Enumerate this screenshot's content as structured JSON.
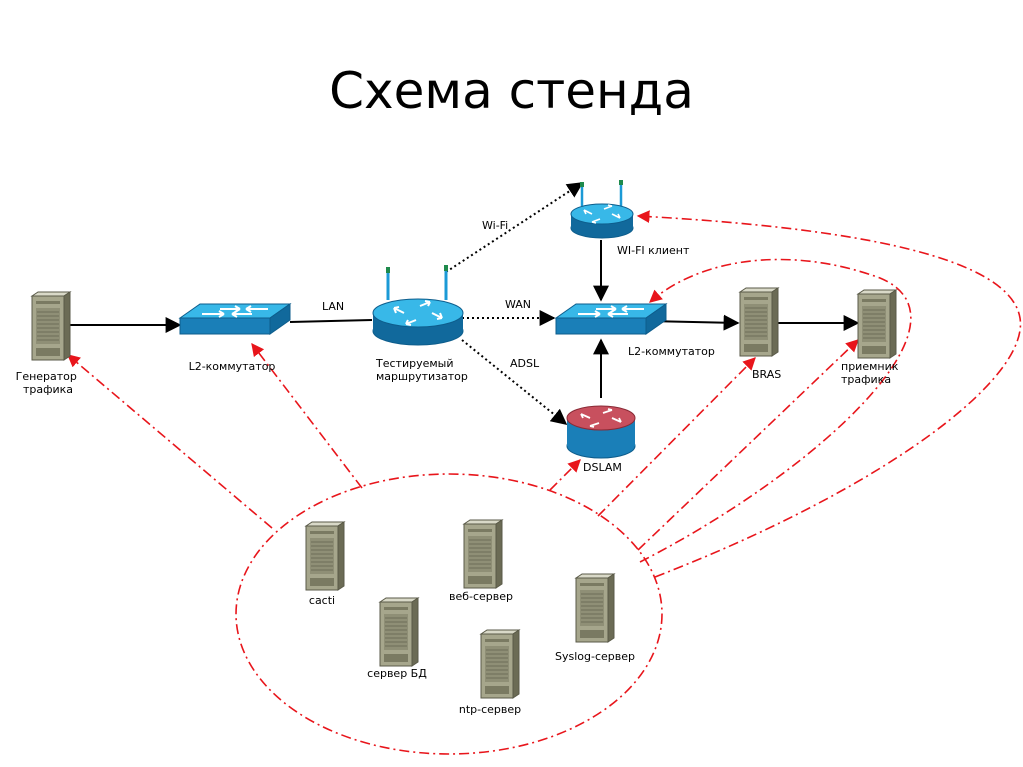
{
  "title": "Схема стенда",
  "colors": {
    "link": "#000000",
    "monitor": "#e8151b",
    "switch_top": "#38b8e8",
    "switch_side": "#1a7fb8",
    "router": "#1b9ad6",
    "dslam": "#c8505e",
    "server": "#8c8c73"
  },
  "nodes": {
    "gen": {
      "label_lines": [
        "Генератор",
        "трафика"
      ],
      "icon": "server-icon"
    },
    "l2a": {
      "label_lines": [
        "L2-коммутатор"
      ],
      "icon": "switch-icon"
    },
    "router": {
      "label_lines": [
        "Тестируемый",
        "маршрутизатор"
      ],
      "icon": "wifi-router-icon"
    },
    "wifi": {
      "label_lines": [
        "WI-FI клиент"
      ],
      "icon": "wifi-router-icon"
    },
    "l2b": {
      "label_lines": [
        "L2-коммутатор"
      ],
      "icon": "switch-icon"
    },
    "dslam": {
      "label_lines": [
        "DSLAM"
      ],
      "icon": "dslam-router-icon"
    },
    "bras": {
      "label_lines": [
        "BRAS"
      ],
      "icon": "server-icon"
    },
    "recv": {
      "label_lines": [
        "приемник",
        "трафика"
      ],
      "icon": "server-icon"
    },
    "cacti": {
      "label_lines": [
        "cacti"
      ],
      "icon": "server-icon"
    },
    "web": {
      "label_lines": [
        "веб-сервер"
      ],
      "icon": "server-icon"
    },
    "db": {
      "label_lines": [
        "сервер БД"
      ],
      "icon": "server-icon"
    },
    "syslog": {
      "label_lines": [
        "Syslog-сервер"
      ],
      "icon": "server-icon"
    },
    "ntp": {
      "label_lines": [
        "ntp-сервер"
      ],
      "icon": "server-icon"
    }
  },
  "links": {
    "lan": "LAN",
    "wan": "WAN",
    "adsl": "ADSL",
    "wifi": "Wi-Fi"
  }
}
